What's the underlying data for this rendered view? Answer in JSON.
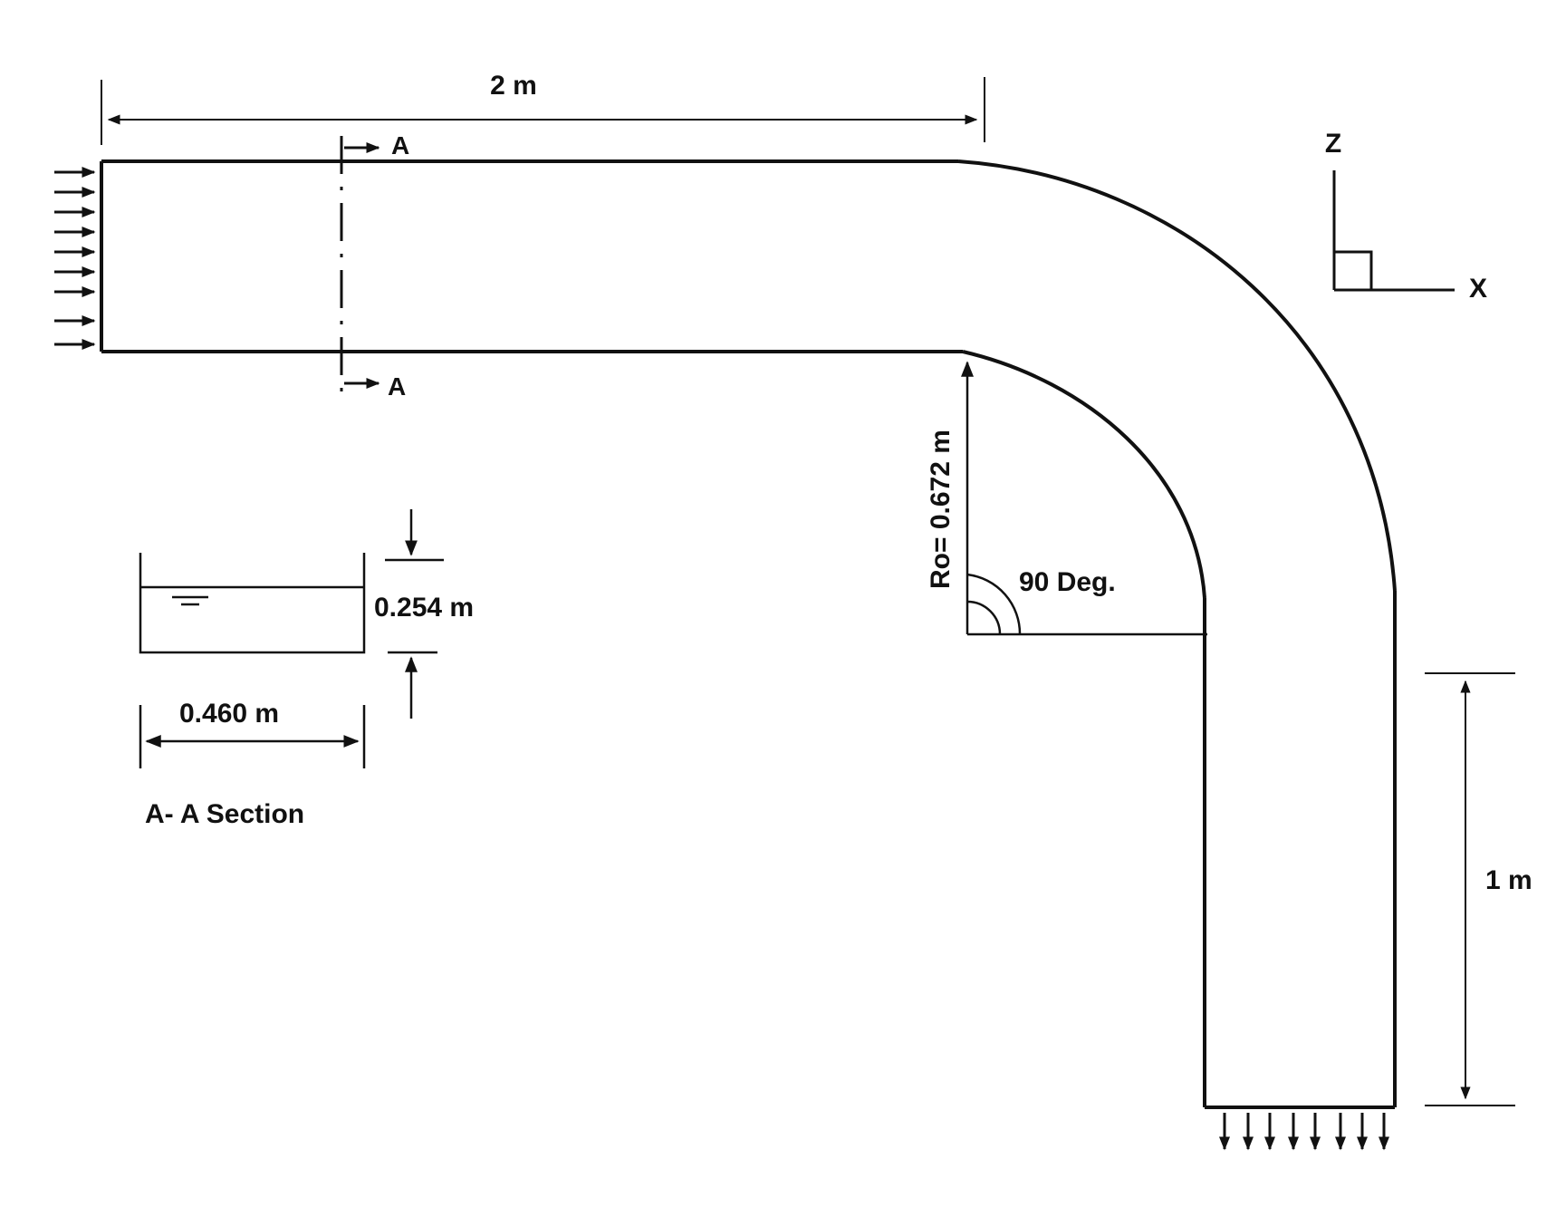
{
  "diagram": {
    "dims": {
      "length_top": "2 m",
      "radius": "Ro= 0.672 m",
      "angle": "90 Deg.",
      "length_vertical": "1 m",
      "depth": "0.254 m",
      "width": "0.460 m"
    },
    "section": {
      "marker": "A",
      "title": "A- A Section"
    },
    "axes": {
      "vertical": "Z",
      "horizontal": "X"
    },
    "colors": {
      "ink": "#111111",
      "background": "#ffffff"
    }
  }
}
